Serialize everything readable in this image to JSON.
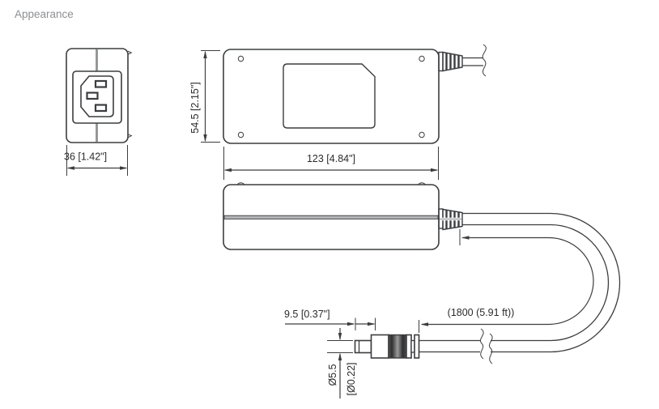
{
  "title": "Appearance",
  "colors": {
    "line": "#3c3d3f",
    "text": "#2b2b2d",
    "title_text": "#8d8f92",
    "seam_gray": "#b3b5b7",
    "plug_dark": "#2e2e2e"
  },
  "views": {
    "front": {
      "width_label": "36 [1.42\"]"
    },
    "top": {
      "height_label": "54.5 [2.15\"]",
      "width_label": "123 [4.84\"]"
    },
    "cable": {
      "length_label": "(1800 (5.91 ft))"
    },
    "plug": {
      "tip_length_label": "9.5 [0.37\"]",
      "diameter_label": "Ø5.5",
      "diameter_inch_label": "[Ø0.22]"
    }
  }
}
